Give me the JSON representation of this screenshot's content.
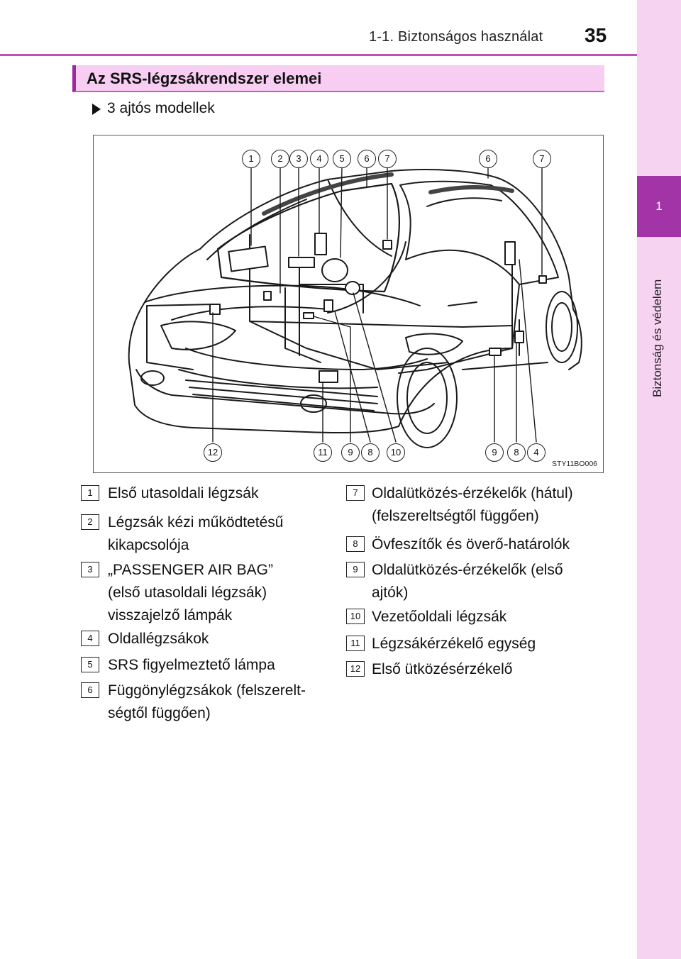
{
  "header": {
    "section_title": "1-1. Biztonságos használat",
    "page_number": "35"
  },
  "side_tab": {
    "chapter_number": "1",
    "chapter_title": "Biztonság és védelem"
  },
  "section": {
    "title": "Az SRS-légzsákrendszer elemei"
  },
  "subheading": "3 ajtós modellek",
  "figure": {
    "image_id": "STY11BO006",
    "top_callouts": [
      "1",
      "2",
      "3",
      "4",
      "5",
      "6",
      "7",
      "6",
      "7"
    ],
    "bottom_callouts": [
      "12",
      "11",
      "9",
      "8",
      "10",
      "9",
      "8",
      "4"
    ]
  },
  "legend": [
    {
      "num": "1",
      "text": "Első utasoldali légzsák"
    },
    {
      "num": "2",
      "text": "Légzsák kézi működtetésű kikapcsolója"
    },
    {
      "num": "3",
      "text": "„PASSENGER AIR BAG” (első utasoldali légzsák) visszajelző lámpák"
    },
    {
      "num": "4",
      "text": "Oldallégzsákok"
    },
    {
      "num": "5",
      "text": "SRS figyelmeztető lámpa"
    },
    {
      "num": "6",
      "text": "Függönylégzsákok (felszerelt-ségtől függően)"
    },
    {
      "num": "7",
      "text": "Oldalütközés-érzékelők (hátul) (felszereltségtől függően)"
    },
    {
      "num": "8",
      "text": "Övfeszítők és överő-határolók"
    },
    {
      "num": "9",
      "text": "Oldalütközés-érzékelők (első ajtók)"
    },
    {
      "num": "10",
      "text": "Vezetőoldali légzsák"
    },
    {
      "num": "11",
      "text": "Légzsákérzékelő egység"
    },
    {
      "num": "12",
      "text": "Első ütközésérzékelő"
    }
  ]
}
